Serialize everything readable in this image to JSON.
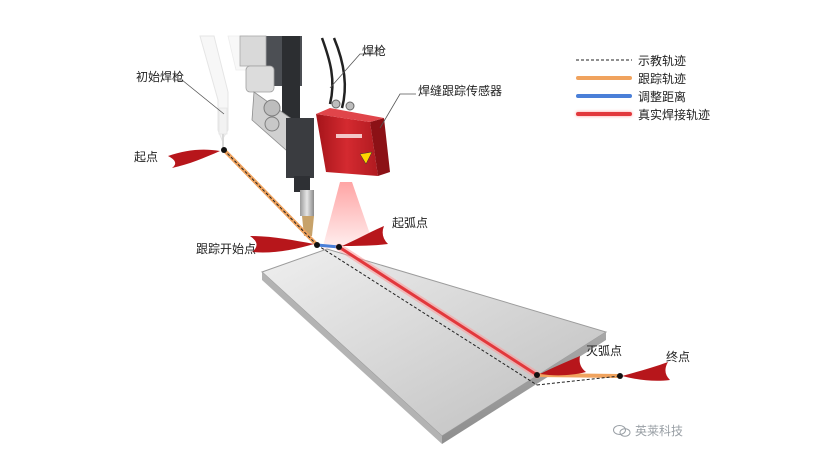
{
  "labels": {
    "initial_torch": "初始焊枪",
    "torch": "焊枪",
    "seam_sensor": "焊缝跟踪传感器",
    "start_point": "起点",
    "arc_start": "起弧点",
    "track_start": "跟踪开始点",
    "arc_end": "灭弧点",
    "end_point": "终点"
  },
  "legend": [
    {
      "label": "示教轨迹",
      "style": "dashed",
      "color": "#222222"
    },
    {
      "label": "跟踪轨迹",
      "style": "solid",
      "color": "#f0a35e"
    },
    {
      "label": "调整距离",
      "style": "solid",
      "color": "#4a7fd8"
    },
    {
      "label": "真实焊接轨迹",
      "style": "solid",
      "color": "#e2383c"
    }
  ],
  "colors": {
    "arrow_red": "#b7161b",
    "sensor_red": "#c8252b",
    "plate": "#c9c9c9",
    "laser": "#ff3a3a"
  },
  "watermark": "英莱科技"
}
